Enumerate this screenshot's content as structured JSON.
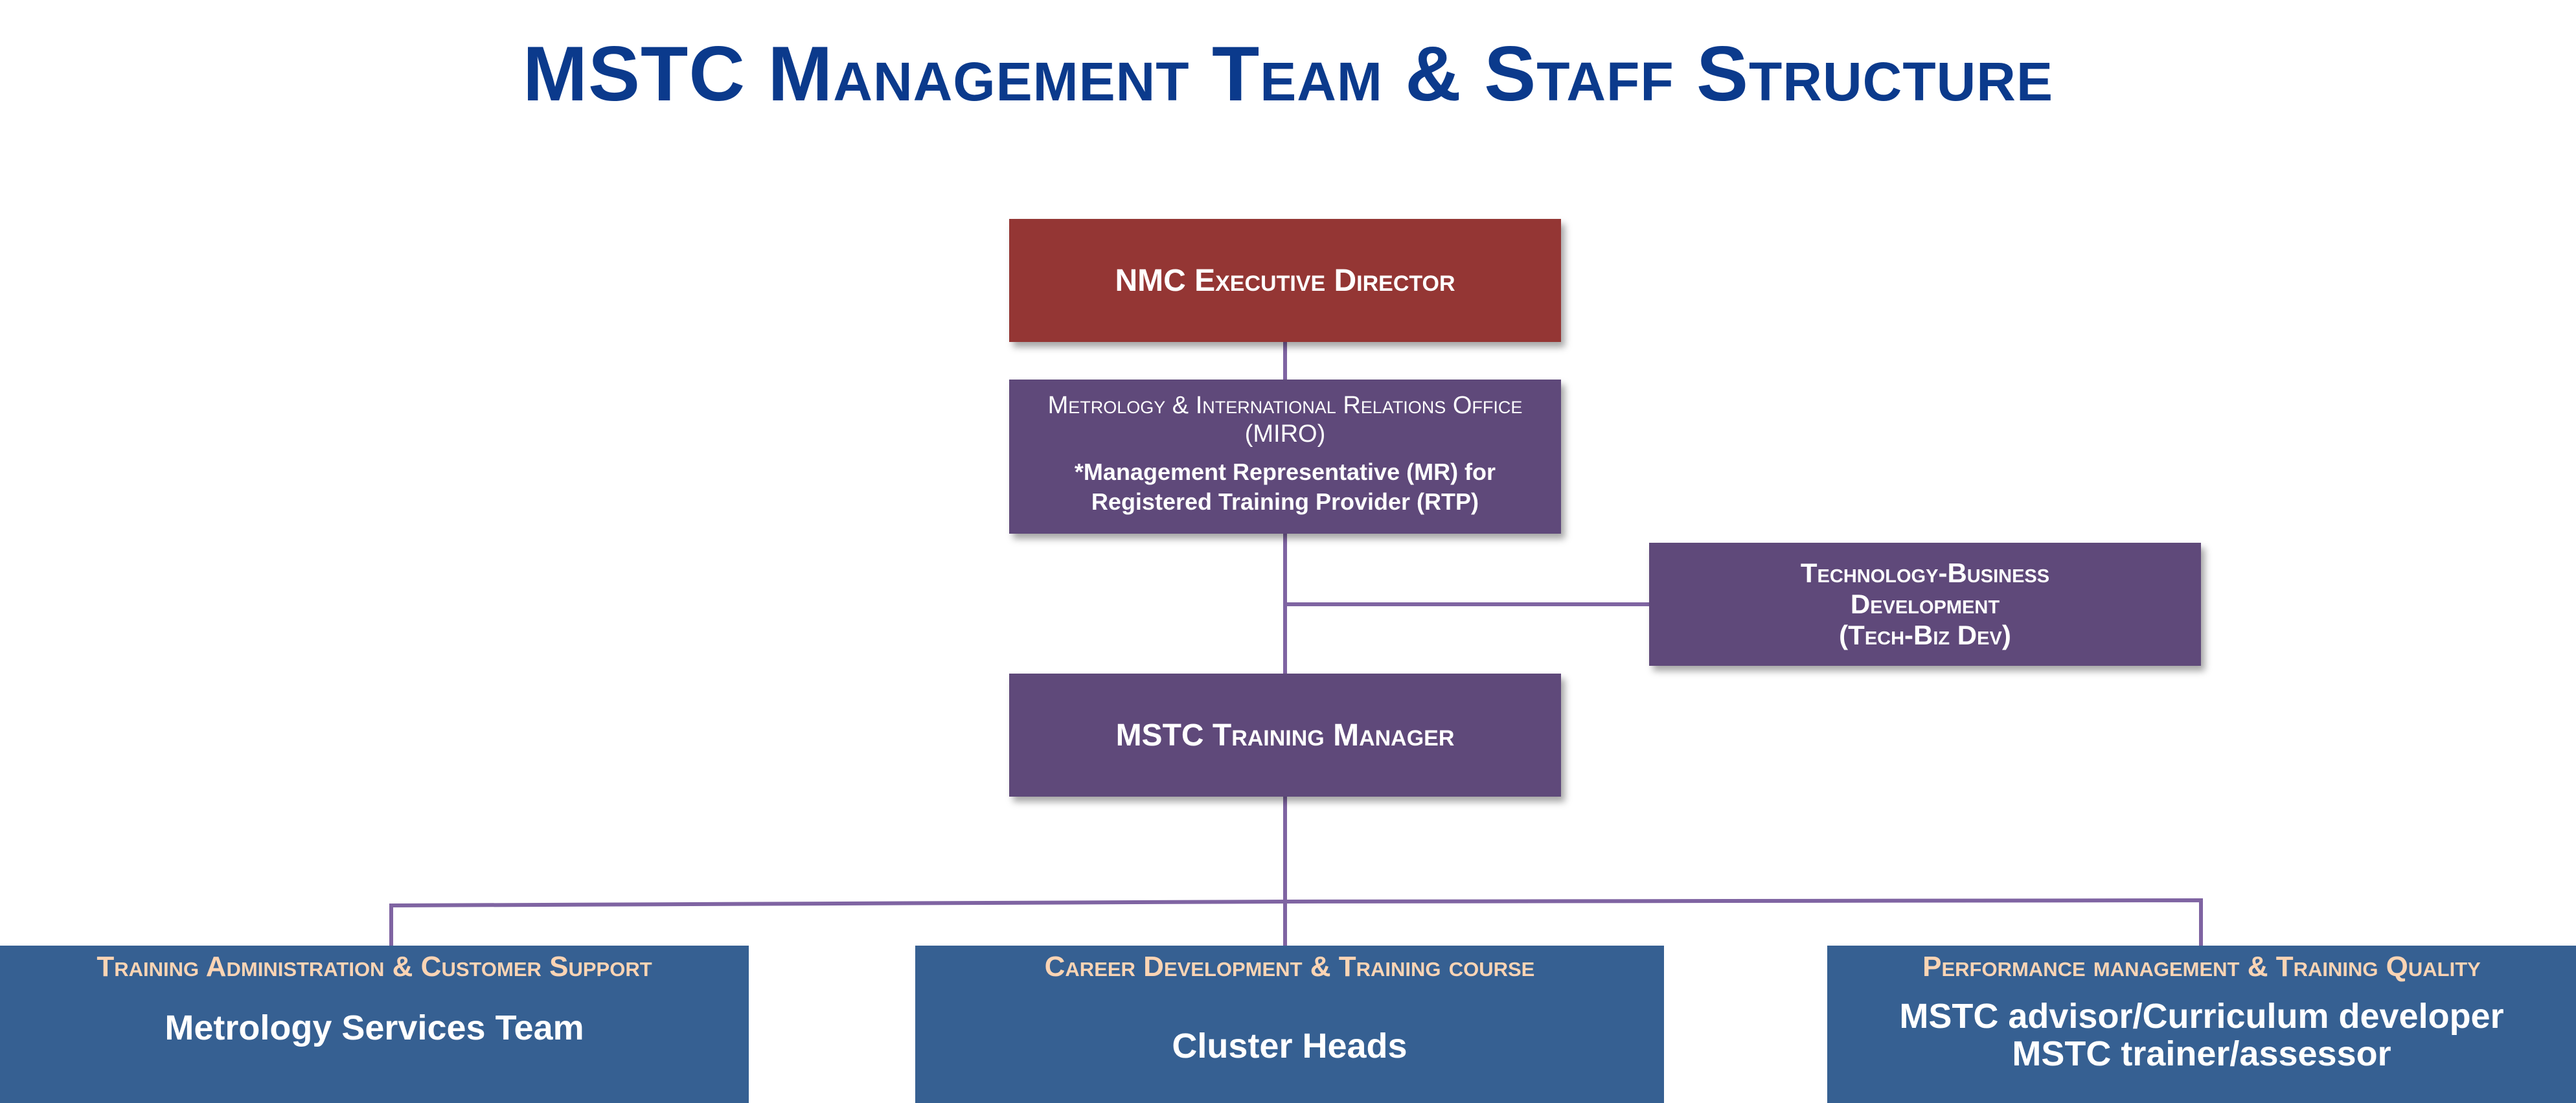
{
  "title": "MSTC Management Team & Staff Structure",
  "nodes": {
    "executive": {
      "label": "NMC Executive Director"
    },
    "miro": {
      "name": "Metrology & International Relations Office",
      "abbr": "(MIRO)",
      "note_line1": "*Management Representative (MR) for",
      "note_line2": "Registered Training Provider (RTP)"
    },
    "techbiz": {
      "line1": "Technology-Business",
      "line2": "Development",
      "line3": "(Tech-Biz Dev)"
    },
    "manager": {
      "label": "MSTC Training Manager"
    },
    "teams": [
      {
        "heading": "Training Administration & Customer Support",
        "staff": [
          "Metrology Services Team"
        ]
      },
      {
        "heading": "Career Development & Training course",
        "staff": [
          "Cluster Heads"
        ]
      },
      {
        "heading": "Performance management & Training Quality",
        "staff": [
          "MSTC advisor/Curriculum developer",
          "MSTC trainer/assessor"
        ]
      }
    ]
  },
  "colors": {
    "title": "#0b3a8c",
    "executive_fill": "#943634",
    "purple_fill": "#5f497a",
    "team_fill": "#366092",
    "team_heading_text": "#fbd4b4",
    "connector": "#7f64a2"
  }
}
